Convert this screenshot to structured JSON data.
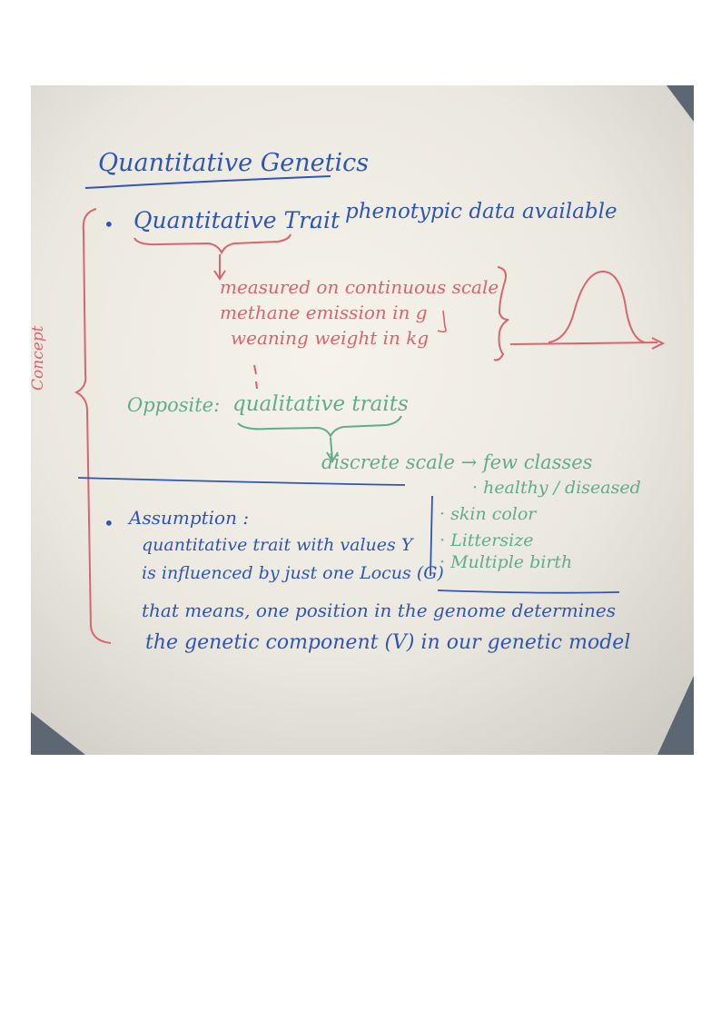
{
  "board": {
    "title": "Quantitative Genetics",
    "section1": {
      "bullet_label": "Quantitative Trait",
      "colon": ":",
      "description": "phenotypic data available",
      "measured_lines": [
        "measured on continuous scale",
        "methane emission in g",
        "weaning weight in kg"
      ]
    },
    "opposite": {
      "label": "Opposite:",
      "term": "qualitative traits",
      "discrete": "discrete scale → few classes",
      "examples": [
        "· healthy / diseased",
        "· skin color",
        "· Littersize",
        "· Multiple birth"
      ]
    },
    "side_label": "Concept",
    "section2": {
      "heading": "Assumption :",
      "lines": [
        "quantitative trait with values Y",
        "is influenced by just one Locus (G)",
        "that means, one position in the genome determines",
        "the genetic component (V) in our genetic model"
      ]
    },
    "colors": {
      "blue_marker": "#2f56b2",
      "red_marker": "#d8656f",
      "green_marker": "#63ad86",
      "board": "#ebe8df",
      "backdrop": "#5c6773"
    }
  }
}
